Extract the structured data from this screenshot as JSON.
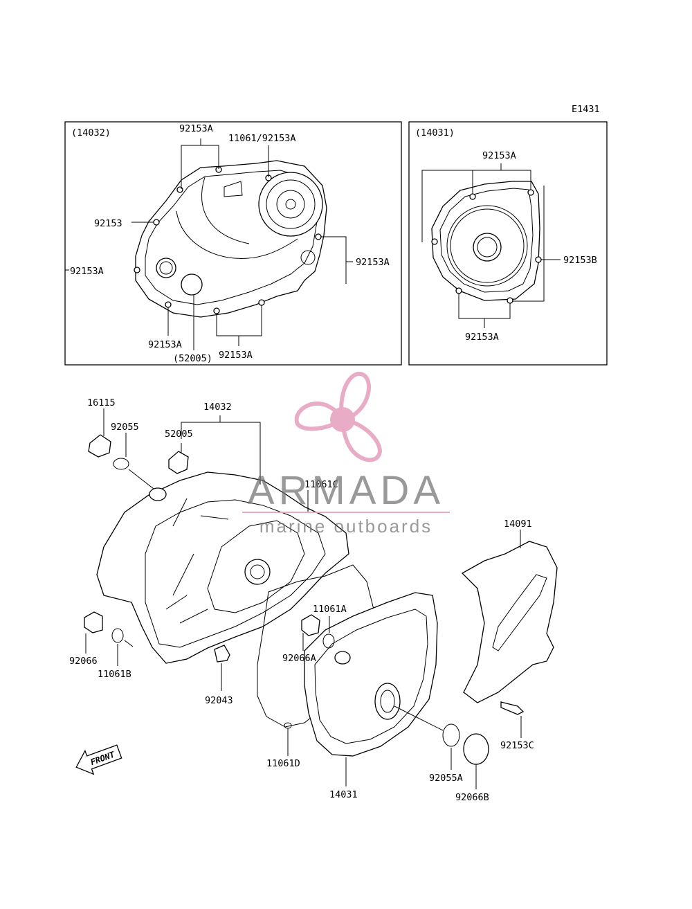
{
  "figure_code": "E1431",
  "inset_left": {
    "title": "(14032)",
    "labels": [
      "92153A",
      "11061/92153A",
      "92153",
      "92153A",
      "92153A",
      "92153A",
      "(52005)",
      "92153A"
    ]
  },
  "inset_right": {
    "title": "(14031)",
    "labels": [
      "92153A",
      "92153B",
      "92153A"
    ]
  },
  "main_labels": [
    "16115",
    "92055",
    "14032",
    "52005",
    "11061C",
    "14091",
    "11061A",
    "92066",
    "11061B",
    "92066A",
    "92043",
    "92153C",
    "11061D",
    "14031",
    "92055A",
    "92066B"
  ],
  "front_label": "FRONT",
  "watermark": {
    "brand": "ARMADA",
    "tagline": "marine outboards",
    "color": "#e7a6c3"
  }
}
